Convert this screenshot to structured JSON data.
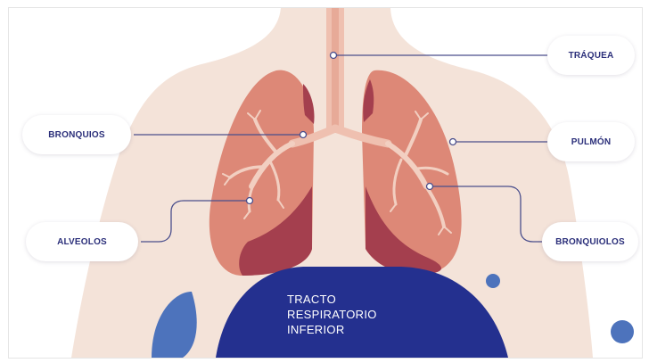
{
  "labels": {
    "traquea": "TRÁQUEA",
    "bronquios": "BRONQUIOS",
    "pulmon": "PULMÓN",
    "alveolos": "ALVEOLOS",
    "bronquiolos": "BRONQUIOLOS"
  },
  "region": {
    "line1": "TRACTO",
    "line2": "RESPIRATORIO",
    "line3": "INFERIOR"
  },
  "colors": {
    "body": "#f4e3d9",
    "lung": "#dd8877",
    "lung_dark": "#a43f4e",
    "airway": "#f0c8b9",
    "region": "#24308f",
    "accent_circle": "#4d73bc",
    "leader_line": "#4a4e8c",
    "label_text": "#2b2f7a"
  }
}
